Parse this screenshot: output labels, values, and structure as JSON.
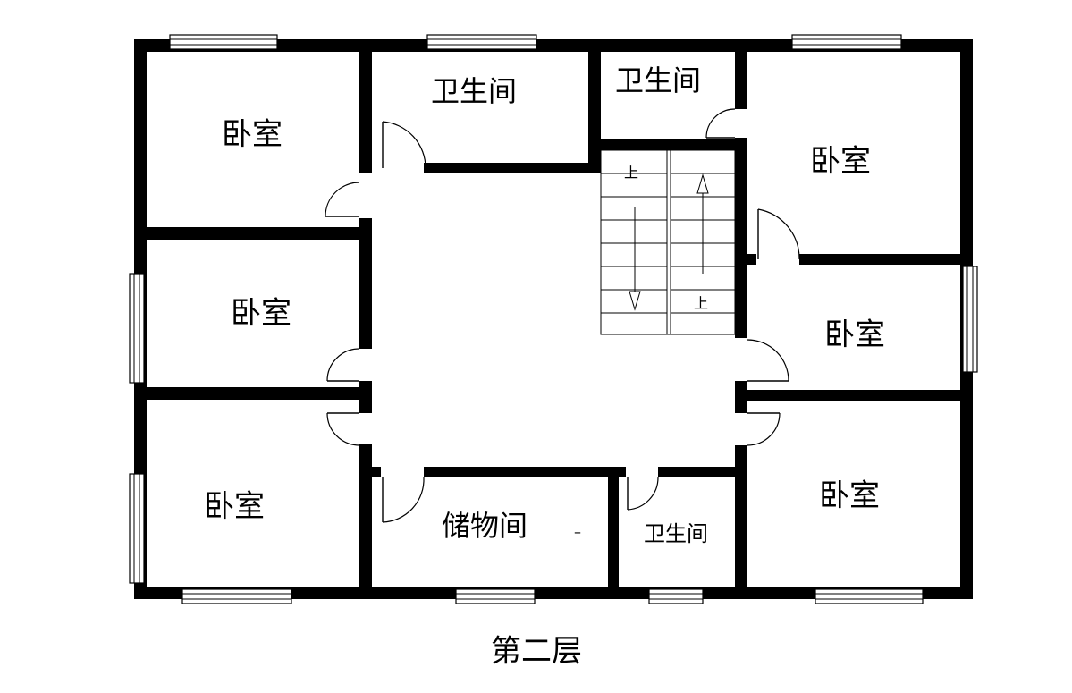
{
  "floor_title": "第二层",
  "rooms": {
    "bedroom_top_left": "卧室",
    "bathroom_top_middle": "卫生间",
    "bathroom_top_right": "卫生间",
    "bedroom_top_right": "卧室",
    "bedroom_middle_left": "卧室",
    "bedroom_middle_right": "卧室",
    "bedroom_bottom_left": "卧室",
    "storage_room": "储物间",
    "bathroom_bottom": "卫生间",
    "bedroom_bottom_right": "卧室"
  },
  "stairs": {
    "up_label_left": "上",
    "up_label_right": "上"
  },
  "storage_mark": "–"
}
